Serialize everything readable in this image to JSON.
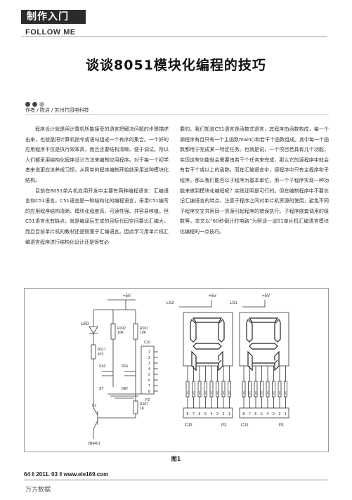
{
  "section": {
    "tag": "制作入门",
    "subtitle": "FOLLOW ME"
  },
  "article": {
    "title": "谈谈8051模块化编程的技巧",
    "byline": "作者 / 陈洁 / 苏州竹园电科技",
    "col1": [
      "程序设计就是用计算机所能接受的语言把解决问题的步骤描述出来，也就是把计算机指令或语句组成一个有序的集合。一个好的应用程序不仅是执行效率高，而且还要结构清晰、便于调试。所以人们都采用结构化程序设计方法来编制应用程序。对于每一个初学者来说更应该养成习惯，从简单的程序编制开始就采用这种模块化结构。",
      "目前在8051单片机应用开发中主要有两种编程语言：汇编语言和C51语言。C51语言是一种结构化的编程语言，采用C51编写的应用程序结构清晰、模块化程度高、可读性强、并容易移植。但C51语言也有缺点，就是编译后生成的目标代码空间要比汇编大。而且目前单片机的教材还是侧重于汇编语言。因此学习用单片机汇编语言程序进行结构化设计还是很有必"
    ],
    "col2": [
      "要的。我们知道C51语言是函数式语言，其程序由函数构成，每一个源程序有且只有一个主函数main()和若干个函数组成。其中每一个函数都用于完成某一特定任务。也就是说，一个项目若具有几个功能，实现这些功能就会需要由若干个任务来完成，那么它的源程序中就会有若干个或以上的函数。而在汇编语言中，源程序中只有主程序和子程序。那么我们能否以子程序为基本单位，用一个子程序实现一种功能来做到模块化编程呢？实践证明是可行的。但在编制程序中不要忘记汇编语言的特点，注意子程序之间对单片机资源的使用，避免不同子程序交叉共用同一资源引起程序的错误执行。子程序嵌套调用的级数等。本文以“60秒倒计时电路”为例谈一谈51单片机汇编语言模块化编程的一点技巧。"
    ]
  },
  "figure": {
    "caption": "图1",
    "labels": {
      "vcc": "+5V",
      "led": "LED",
      "r102": "R102",
      "r102_val": "10K",
      "r101": "R101",
      "r101_val": "10K",
      "r117": "R117",
      "r117_val": "470",
      "cj0": "CJ0",
      "s2": "SS2",
      "s1": "SS1",
      "st": "ST",
      "init": "INIT",
      "r107": "R107",
      "r107_val": "1K",
      "c1": "C1",
      "q1": "2N8401",
      "p2": "P2",
      "ls2": "LS2",
      "ls1": "LS1",
      "cj2": "CJ2",
      "cj1": "CJ1",
      "p1": "P1"
    },
    "cj0_pins": [
      "1",
      "2",
      "3",
      "4",
      "5",
      "6",
      "7",
      "8"
    ],
    "res_values": [
      "200",
      "200",
      "200",
      "200",
      "200",
      "200",
      "200",
      "200"
    ],
    "port_pins": [
      "8",
      "7",
      "6",
      "5",
      "4",
      "3",
      "2",
      "1"
    ]
  },
  "footer": {
    "text": "64 ‖ 2011. 03 ‖ www.ele169.com"
  },
  "watermark": "万方数据"
}
